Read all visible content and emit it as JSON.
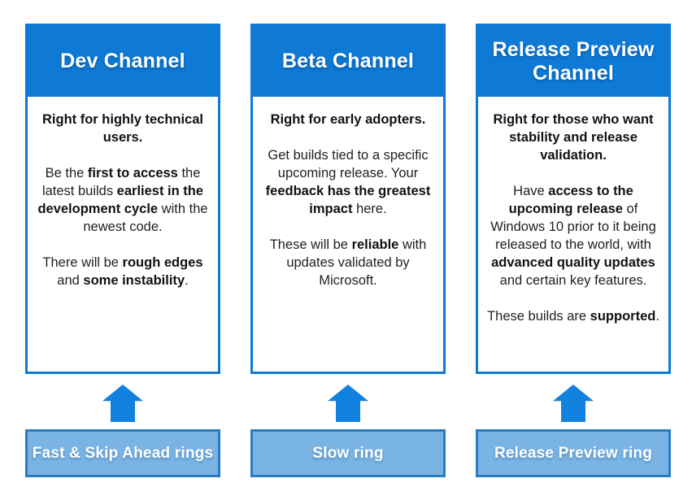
{
  "colors": {
    "header_blue": "#0e7ad6",
    "border_blue": "#0e7ad6",
    "arrow_blue": "#1181e0",
    "ring_fill": "#79b4e4",
    "ring_border": "#2a7cc2",
    "body_text": "#1f1f1f",
    "header_text": "#ffffff",
    "page_bg": "#ffffff"
  },
  "columns": [
    {
      "header": "Dev Channel",
      "paragraphs": [
        {
          "segments": [
            {
              "text": "Right for highly technical users.",
              "bold": true
            }
          ]
        },
        {
          "segments": [
            {
              "text": "Be the ",
              "bold": false
            },
            {
              "text": "first to access",
              "bold": true
            },
            {
              "text": " the latest builds ",
              "bold": false
            },
            {
              "text": "earliest in the development cycle",
              "bold": true
            },
            {
              "text": " with the newest code.",
              "bold": false
            }
          ]
        },
        {
          "segments": [
            {
              "text": "There will be ",
              "bold": false
            },
            {
              "text": "rough edges",
              "bold": true
            },
            {
              "text": " and ",
              "bold": false
            },
            {
              "text": "some instability",
              "bold": true
            },
            {
              "text": ".",
              "bold": false
            }
          ]
        }
      ],
      "arrow_icon": "up-arrow",
      "ring_label": "Fast & Skip Ahead rings"
    },
    {
      "header": "Beta Channel",
      "paragraphs": [
        {
          "segments": [
            {
              "text": "Right for early adopters.",
              "bold": true
            }
          ]
        },
        {
          "segments": [
            {
              "text": "Get builds tied to a specific upcoming release. Your ",
              "bold": false
            },
            {
              "text": "feedback has the greatest impact",
              "bold": true
            },
            {
              "text": " here.",
              "bold": false
            }
          ]
        },
        {
          "segments": [
            {
              "text": "These will be ",
              "bold": false
            },
            {
              "text": "reliable",
              "bold": true
            },
            {
              "text": " with updates validated by Microsoft.",
              "bold": false
            }
          ]
        }
      ],
      "arrow_icon": "up-arrow",
      "ring_label": "Slow ring"
    },
    {
      "header": "Release Preview Channel",
      "paragraphs": [
        {
          "segments": [
            {
              "text": "Right for those who want stability and release validation.",
              "bold": true
            }
          ]
        },
        {
          "segments": [
            {
              "text": "Have ",
              "bold": false
            },
            {
              "text": "access to the upcoming release",
              "bold": true
            },
            {
              "text": " of Windows 10 prior to it being released to the world, with ",
              "bold": false
            },
            {
              "text": "advanced quality updates",
              "bold": true
            },
            {
              "text": " and certain key features.",
              "bold": false
            }
          ]
        },
        {
          "segments": [
            {
              "text": "These builds are ",
              "bold": false
            },
            {
              "text": "supported",
              "bold": true
            },
            {
              "text": ".",
              "bold": false
            }
          ]
        }
      ],
      "arrow_icon": "up-arrow",
      "ring_label": "Release Preview ring"
    }
  ]
}
